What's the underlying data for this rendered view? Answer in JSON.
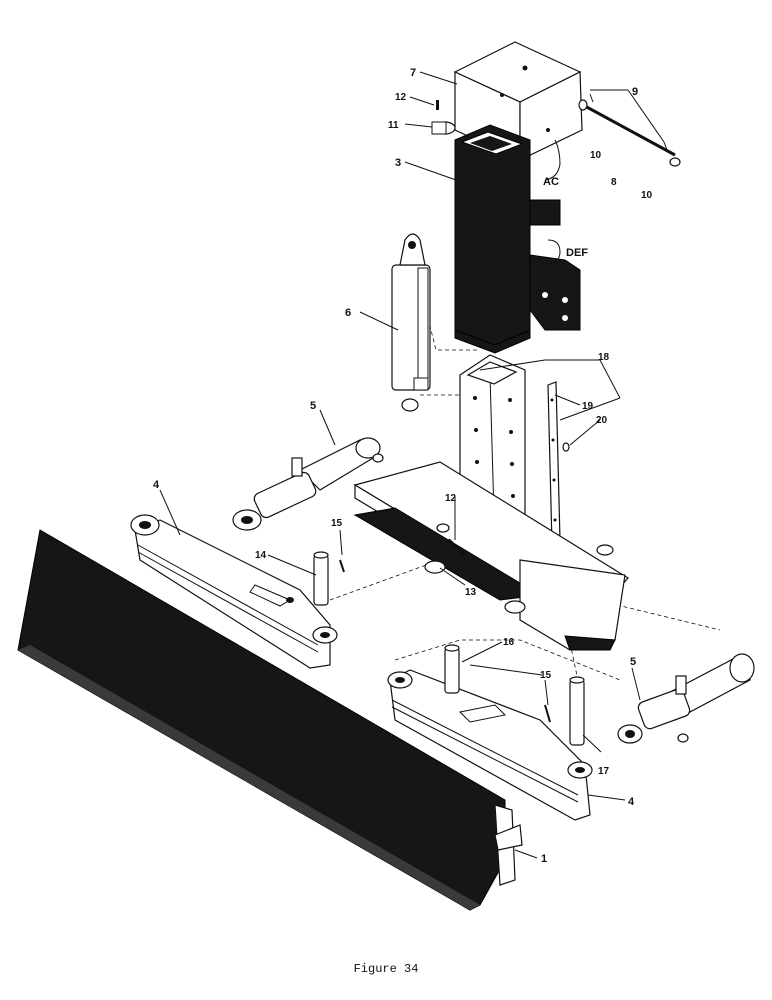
{
  "figure": {
    "caption": "Figure 34",
    "callouts": {
      "p1": "1",
      "p3": "3",
      "p4a": "4",
      "p4b": "4",
      "p5a": "5",
      "p5b": "5",
      "p6": "6",
      "p7": "7",
      "p8": "8",
      "p9": "9",
      "p10a": "10",
      "p10b": "10",
      "p11": "11",
      "p12a": "12",
      "p12b": "12",
      "p13": "13",
      "p14": "14",
      "p15a": "15",
      "p15b": "15",
      "p16": "16",
      "p17": "17",
      "p18": "18",
      "p19": "19",
      "p20": "20",
      "ac": "AC",
      "def": "DEF"
    }
  }
}
